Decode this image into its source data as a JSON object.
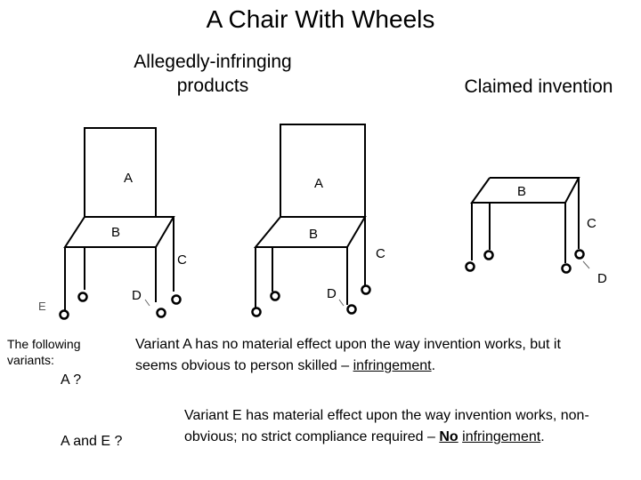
{
  "title": "A Chair With Wheels",
  "headings": {
    "allegedly": "Allegedly-infringing products",
    "claimed": "Claimed invention"
  },
  "labels": {
    "a": "A",
    "b": "B",
    "c": "C",
    "d": "D",
    "e": "E"
  },
  "left_text": {
    "intro": "The following variants:",
    "q1": "A ?",
    "q2": "A and E ?"
  },
  "variant_a": {
    "text": "Variant A has no material effect upon the way invention works, but it seems obvious to person skilled –",
    "conclusion": "infringement",
    "end": "."
  },
  "variant_e": {
    "text": "Variant E has material effect upon the way invention works, non-obvious; no strict compliance required –",
    "no": "No",
    "conclusion": "infringement",
    "end": "."
  }
}
